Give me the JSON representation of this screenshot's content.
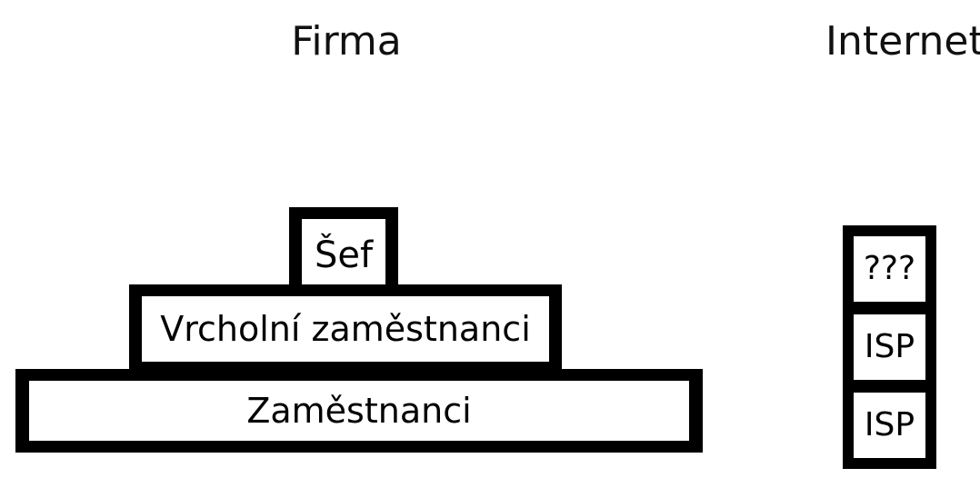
{
  "diagram": {
    "title_left": "Firma",
    "title_right": "Internet",
    "background_color": "#ffffff",
    "stroke_color": "#000000",
    "fill_color": "#ffffff"
  },
  "pyramid": {
    "name": "Firma",
    "tiers": [
      {
        "label": "Šef",
        "level": 1
      },
      {
        "label": "Vrcholní zaměstnanci",
        "level": 2
      },
      {
        "label": "Zaměstnanci",
        "level": 3
      }
    ]
  },
  "stack": {
    "name": "Internet",
    "cells": [
      {
        "label": "???"
      },
      {
        "label": "ISP"
      },
      {
        "label": "ISP"
      }
    ]
  }
}
